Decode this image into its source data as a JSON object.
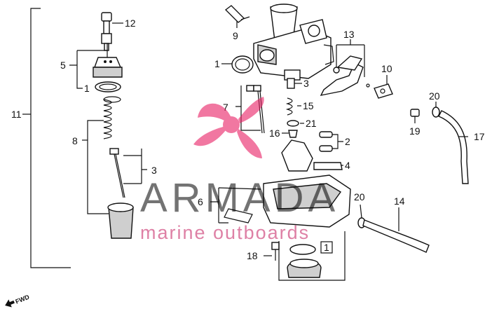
{
  "watermark": {
    "brand": "ARMADA",
    "tagline": "marine outboards",
    "logo_color": "#e91e63"
  },
  "fwd_marker": "FWD",
  "callouts": {
    "c12": "12",
    "c5": "5",
    "c1_left": "1",
    "c11": "11",
    "c8": "8",
    "c3_left": "3",
    "c9": "9",
    "c13": "13",
    "c10": "10",
    "c1_top": "1",
    "c3_mid": "3",
    "c7": "7",
    "c15": "15",
    "c21": "21",
    "c16": "16",
    "c2": "2",
    "c20_right": "20",
    "c19": "19",
    "c17": "17",
    "c4": "4",
    "c6": "6",
    "c20_mid": "20",
    "c14": "14",
    "c18": "18",
    "c1_boxed": "1"
  }
}
